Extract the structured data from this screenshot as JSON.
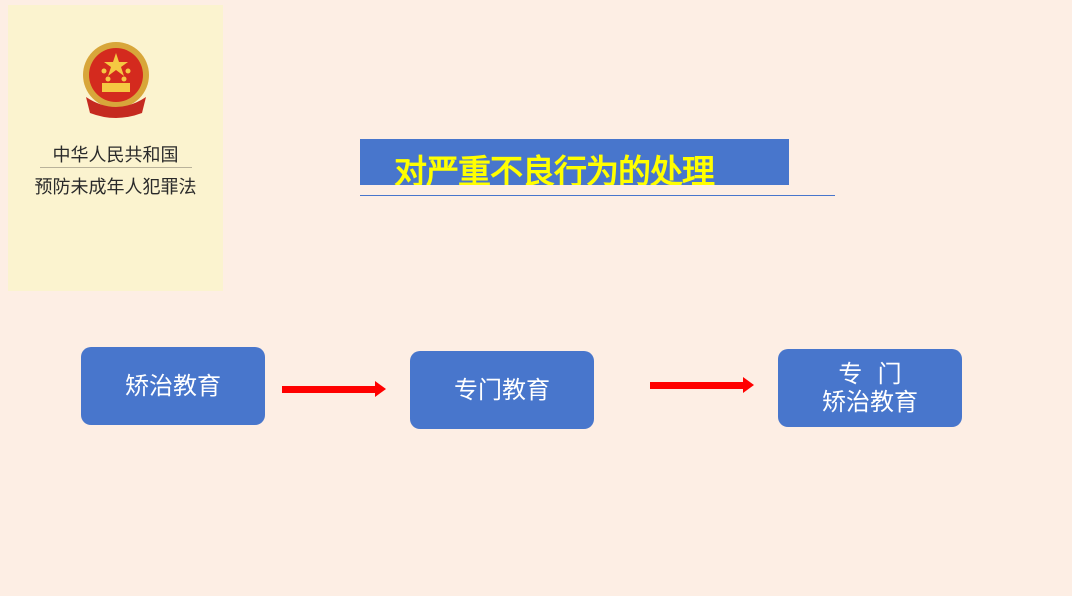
{
  "book": {
    "line1": "中华人民共和国",
    "line2": "预防未成年人犯罪法"
  },
  "title": "对严重不良行为的处理",
  "flow": [
    {
      "label": "矫治教育"
    },
    {
      "label": "专门教育"
    },
    {
      "line1": "专  门",
      "line2": "矫治教育"
    }
  ],
  "colors": {
    "background": "#fdeee4",
    "box": "#4876cc",
    "title_text": "#ffff00",
    "arrow": "#ff0000"
  }
}
